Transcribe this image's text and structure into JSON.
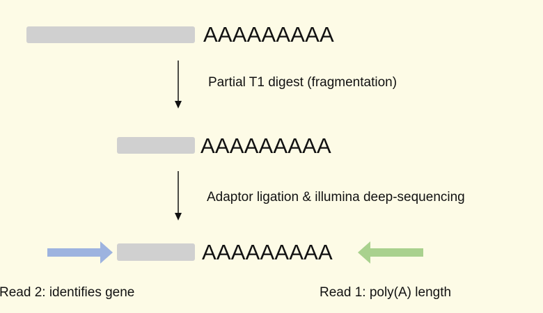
{
  "rows": [
    {
      "poly_a": "AAAAAAAAA"
    },
    {
      "poly_a": "AAAAAAAAA"
    },
    {
      "poly_a": "AAAAAAAAA"
    }
  ],
  "steps": [
    {
      "label": "Partial T1 digest (fragmentation)"
    },
    {
      "label": "Adaptor ligation & illumina deep-sequencing"
    }
  ],
  "reads": {
    "read2": {
      "label": "Read 2: identifies gene",
      "color": "#9db3df"
    },
    "read1": {
      "label": "Read 1: poly(A) length",
      "color": "#a9d18e"
    }
  },
  "colors": {
    "background": "#fdfbe6",
    "rna_bar": "#d0d0d0",
    "text": "#111111"
  }
}
